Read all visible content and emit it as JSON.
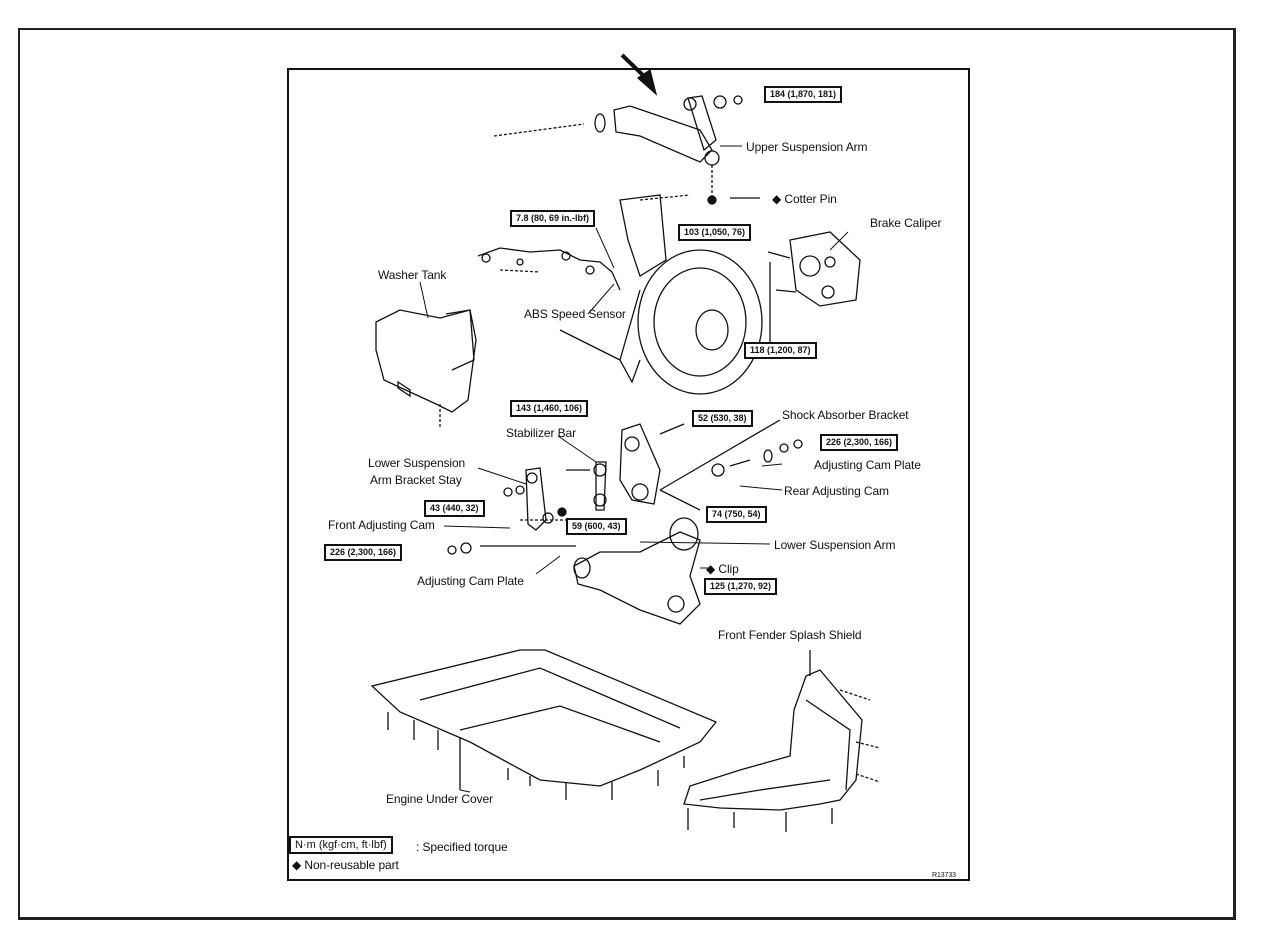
{
  "labels": {
    "upper_arm": "Upper Suspension Arm",
    "cotter_pin": "Cotter Pin",
    "brake_caliper": "Brake Caliper",
    "washer_tank": "Washer Tank",
    "abs_sensor": "ABS Speed Sensor",
    "shock_bracket": "Shock Absorber Bracket",
    "stabilizer_bar": "Stabilizer Bar",
    "lower_arm_stay_1": "Lower Suspension",
    "lower_arm_stay_2": "Arm Bracket Stay",
    "adjusting_cam_plate_right": "Adjusting Cam Plate",
    "rear_adjusting_cam": "Rear Adjusting Cam",
    "front_adjusting_cam": "Front Adjusting Cam",
    "lower_arm": "Lower Suspension Arm",
    "clip": "Clip",
    "adjusting_cam_plate_left": "Adjusting Cam Plate",
    "front_fender_shield": "Front Fender Splash Shield",
    "engine_under_cover": "Engine Under Cover"
  },
  "torques": {
    "t1": "184 (1,870, 181)",
    "t2": "7.8 (80, 69 in.-lbf)",
    "t3": "103 (1,050, 76)",
    "t4": "118 (1,200, 87)",
    "t5": "143 (1,460, 106)",
    "t6": "52 (530, 38)",
    "t7": "226 (2,300, 166)",
    "t8": "43 (440, 32)",
    "t9": "59 (600, 43)",
    "t10": "74 (750, 54)",
    "t11": "226 (2,300, 166)",
    "t12": "125 (1,270, 92)"
  },
  "legend": {
    "torque_unit": "N·m (kgf·cm, ft·lbf)",
    "torque_desc": ": Specified torque",
    "nonreusable": "Non-reusable part",
    "diamond": "◆"
  },
  "figure_code": "R13733"
}
